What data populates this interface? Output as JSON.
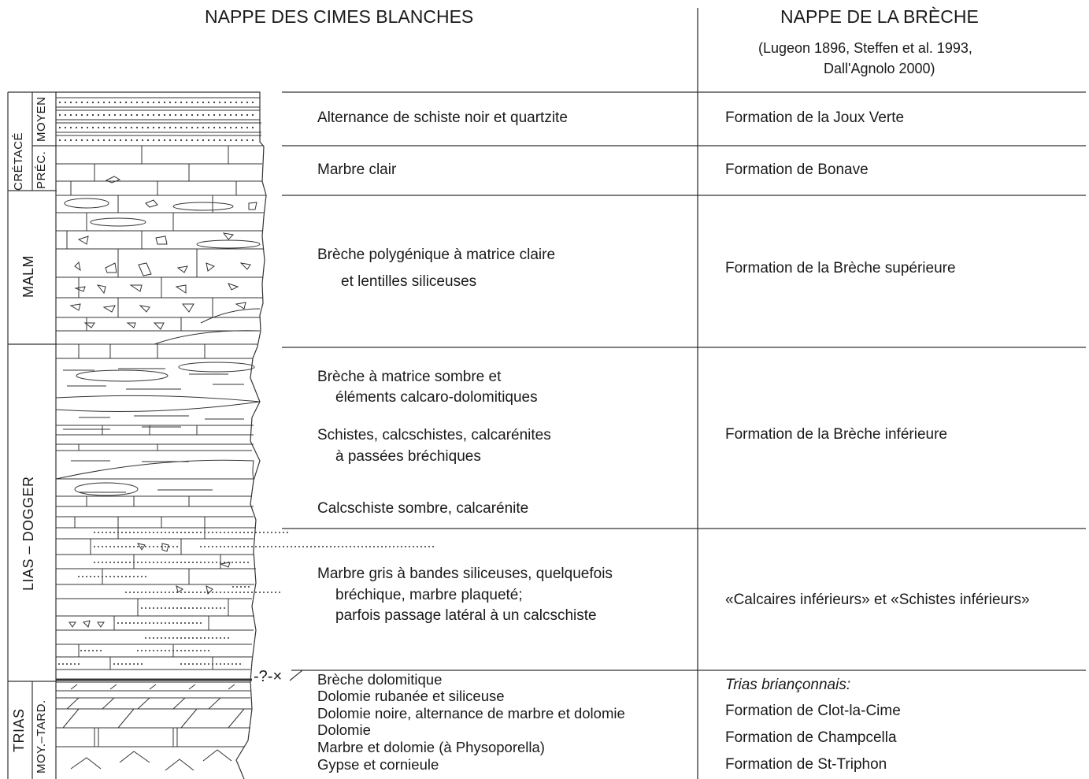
{
  "headers": {
    "left": "NAPPE DES CIMES BLANCHES",
    "right": "NAPPE DE LA BRÈCHE",
    "right_ref_line1": "(Lugeon 1896, Steffen et al. 1993,",
    "right_ref_line2": "Dall'Agnolo 2000)"
  },
  "ages": {
    "cretace": "CRÉTACÉ",
    "moyen": "MOYEN",
    "prec": "PRÉC.",
    "malm": "MALM",
    "lias_dogger": "LIAS  –  DOGGER",
    "trias": "TRIAS",
    "moy_tard": "MOY.–TARD."
  },
  "contact_marker": "-?-×",
  "cimes_blanches": {
    "jv": "Alternance de schiste noir et quartzite",
    "bonave": "Marbre clair",
    "bs_1": "Brèche polygénique à matrice claire",
    "bs_2": "et lentilles siliceuses",
    "bi_a1": "Brèche à matrice sombre et",
    "bi_a2": "éléments calcaro-dolomitiques",
    "bi_b1": "Schistes, calcschistes, calcarénites",
    "bi_b2": "à passées bréchiques",
    "bi_c": "Calcschiste sombre, calcarénite",
    "ci_1": "Marbre gris à bandes siliceuses, quelquefois",
    "ci_2": "bréchique, marbre plaqueté;",
    "ci_3": "parfois passage latéral à un calcschiste",
    "tr_1": "Brèche dolomitique",
    "tr_2": "Dolomie rubanée et siliceuse",
    "tr_3": "Dolomie noire, alternance de marbre et dolomie",
    "tr_4": "Dolomie",
    "tr_5": "Marbre et dolomie (à Physoporella)",
    "tr_6": "Gypse et cornieule"
  },
  "breche": {
    "jv": "Formation de la Joux Verte",
    "bonave": "Formation de Bonave",
    "bs": "Formation de la Brèche supérieure",
    "bi": "Formation de la Brèche inférieure",
    "ci": "«Calcaires inférieurs» et «Schistes inférieurs»",
    "trias_title": "Trias briançonnais:",
    "tr_1": "Formation de Clot-la-Cime",
    "tr_2": "Formation de Champcella",
    "tr_3": "Formation de St-Triphon"
  }
}
